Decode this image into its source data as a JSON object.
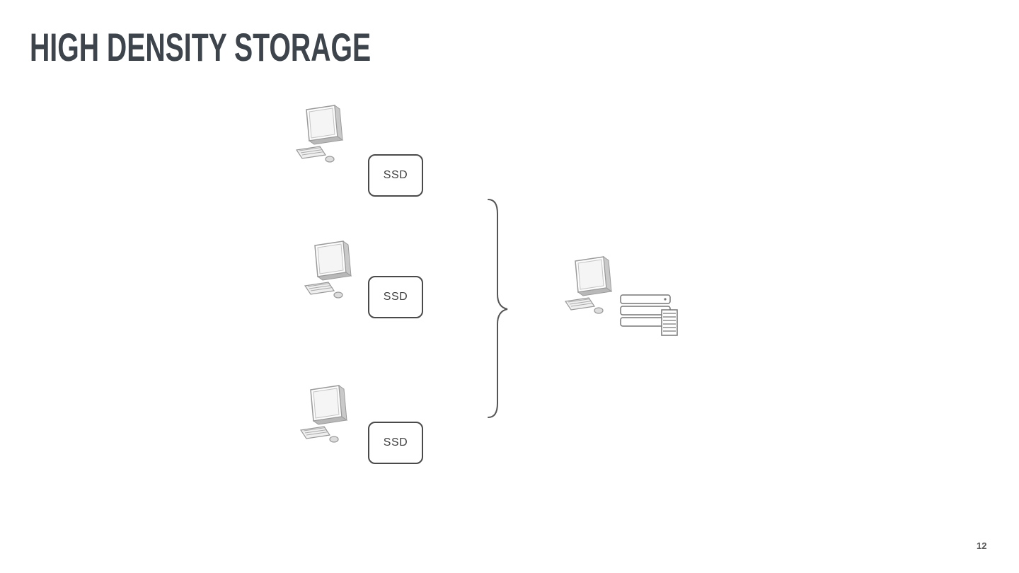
{
  "slide": {
    "title": "HIGH DENSITY STORAGE",
    "page_number": "12"
  },
  "diagram": {
    "clients": [
      {
        "icon": "desktop-computer-icon",
        "label": "SSD"
      },
      {
        "icon": "desktop-computer-icon",
        "label": "SSD"
      },
      {
        "icon": "desktop-computer-icon",
        "label": "SSD"
      }
    ],
    "grouping": {
      "icon": "curly-brace",
      "direction": "points-right"
    },
    "aggregate": {
      "icon": "desktop-computer-icon",
      "storage_icon": "storage-array-icon"
    }
  },
  "colors": {
    "background": "#ffffff",
    "title": "#3d444b",
    "outline": "#8a8a8a",
    "box_border": "#4a4a4a",
    "text": "#3f3f3f"
  }
}
